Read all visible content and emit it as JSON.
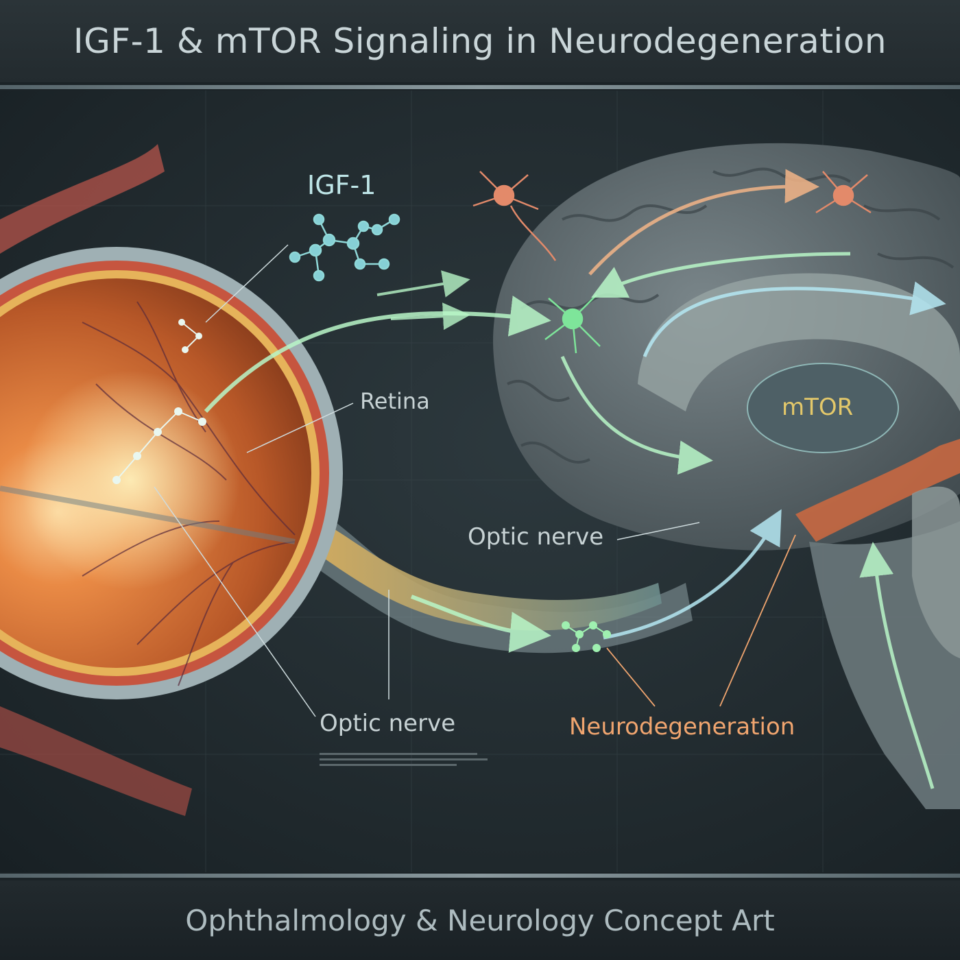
{
  "title": "IGF-1 & mTOR Signaling in Neurodegeneration",
  "footer": "Ophthalmology & Neurology Concept Art",
  "labels": {
    "igf1": "IGF-1",
    "retina": "Retina",
    "optic_nerve_center": "Optic nerve",
    "optic_nerve_lower": "Optic nerve",
    "neurodegeneration": "Neurodegeneration",
    "mtor": "mTOR"
  },
  "colors": {
    "background": "#1b2327",
    "eye": "#d5733a",
    "brain": "#5d6a6f",
    "signal_green": "#9ff0b0",
    "signal_blue": "#9ad8ea",
    "neuro_orange": "#f0a56f",
    "mtor_yellow": "#e3c86a"
  }
}
